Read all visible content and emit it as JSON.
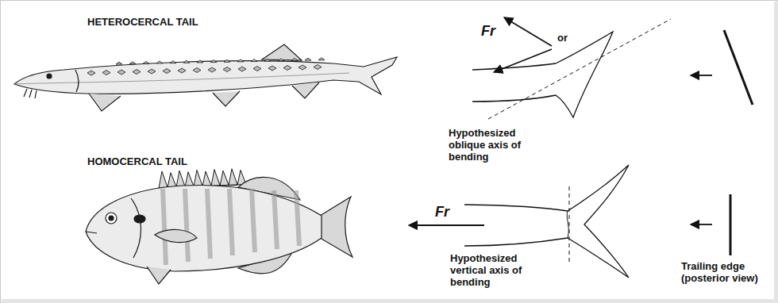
{
  "diagram": {
    "labels": [
      "HETEROCERCAL TAIL",
      "Fr",
      "or",
      "Hypothesized oblique axis of bending",
      "HOMOCERCAL TAIL",
      "Fr",
      "Hypothesized vertical axis of bending",
      "Trailing edge (posterior view)"
    ]
  }
}
